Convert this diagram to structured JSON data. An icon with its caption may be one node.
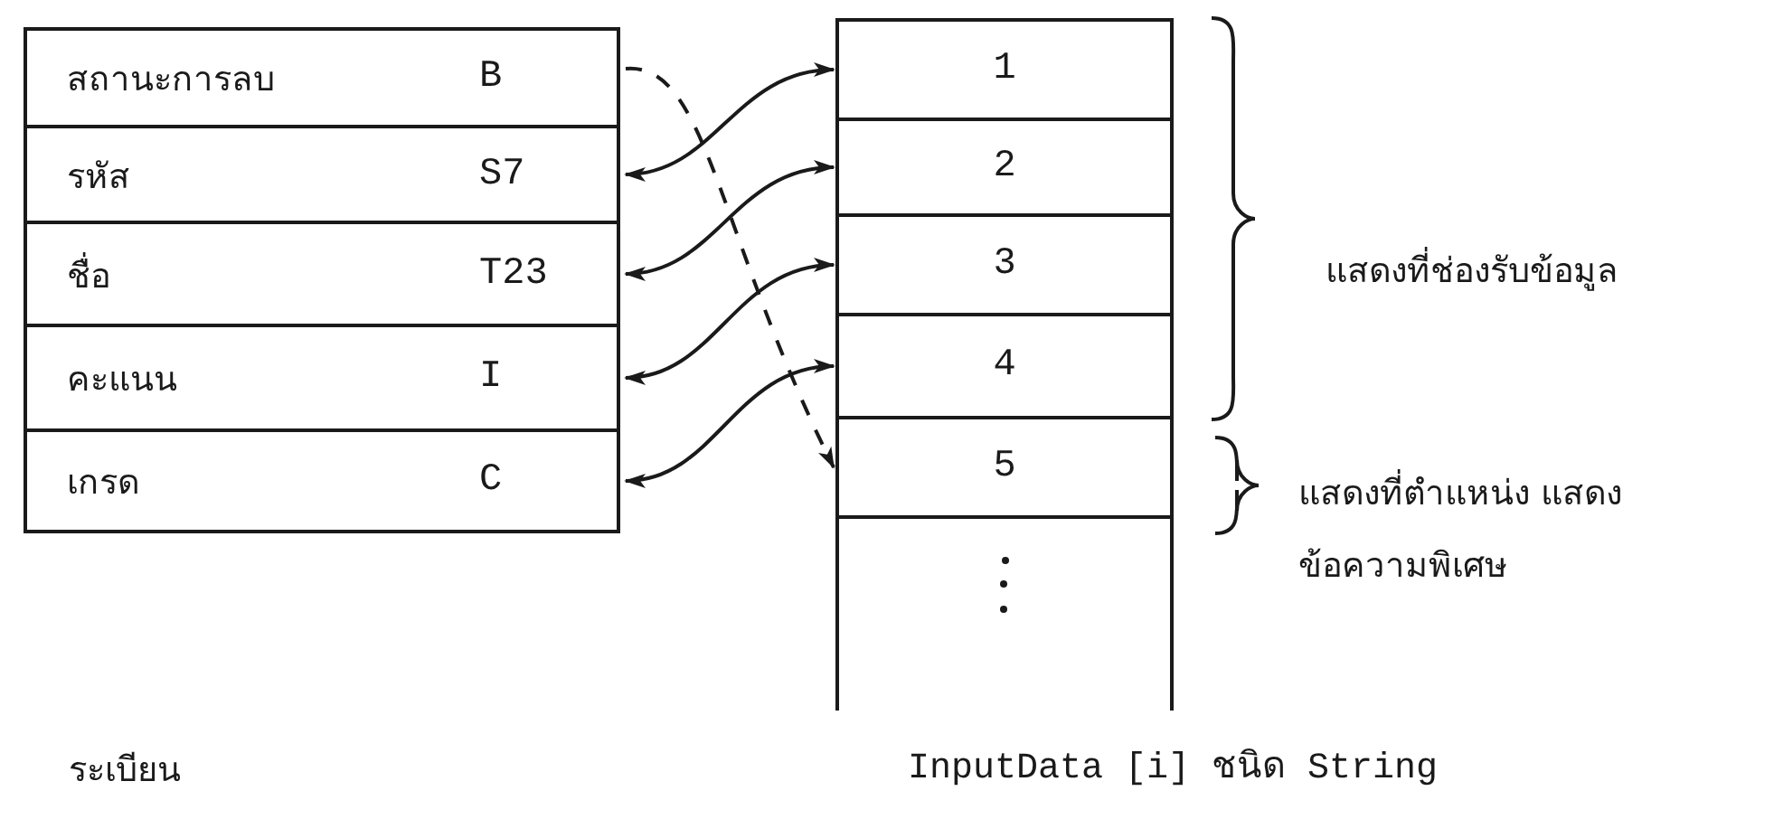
{
  "diagram": {
    "nodes": [
      {
        "text": [
          "สถานะการลบ",
          "B"
        ]
      },
      {
        "text": [
          "รหัส",
          "S7"
        ]
      },
      {
        "text": [
          "ชื่อ",
          "T23"
        ]
      },
      {
        "text": [
          "คะแนน",
          "I"
        ]
      },
      {
        "text": [
          "เกรด",
          "C"
        ]
      },
      {
        "text": [
          "1"
        ]
      },
      {
        "text": [
          "2"
        ]
      },
      {
        "text": [
          "3"
        ]
      },
      {
        "text": [
          "4"
        ]
      },
      {
        "text": [
          "5"
        ]
      },
      {
        "text": [],
        "shape": "box"
      }
    ],
    "edges": [
      {
        "from": 0,
        "to": 9,
        "arrow": "to",
        "style": "dashed"
      },
      {
        "from": 1,
        "to": 5,
        "arrow": "both"
      },
      {
        "from": 2,
        "to": 6,
        "arrow": "both"
      },
      {
        "from": 3,
        "to": 7,
        "arrow": "both"
      },
      {
        "from": 4,
        "to": 8,
        "arrow": "both"
      }
    ],
    "labels": [
      "แสดงที่ช่องรับข้อมูล",
      "แสดงที่ตำแหน่ง แสดงข้อความพิเศษ",
      "ระเบียน",
      "InputData [i] ชนิด String"
    ]
  }
}
